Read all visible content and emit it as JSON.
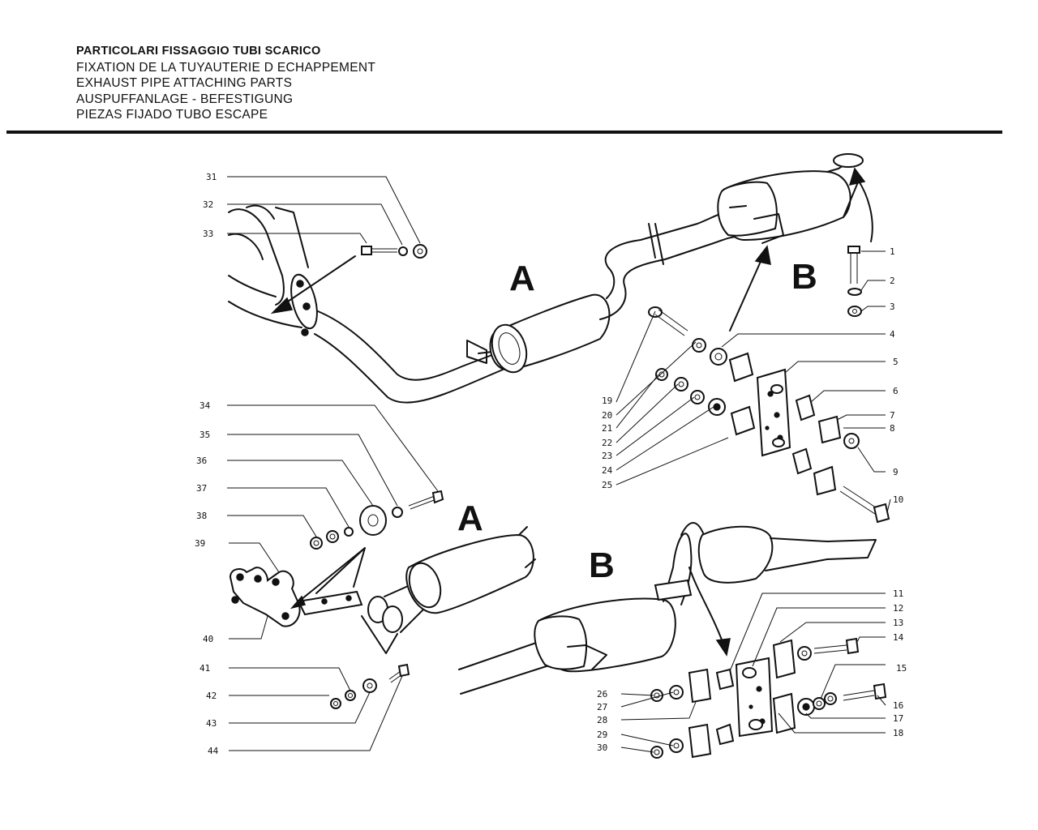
{
  "header": {
    "title_it": "PARTICOLARI FISSAGGIO TUBI SCARICO",
    "title_fr": "FIXATION DE LA TUYAUTERIE D ECHAPPEMENT",
    "title_en": "EXHAUST PIPE ATTACHING PARTS",
    "title_de": "AUSPUFFANLAGE - BEFESTIGUNG",
    "title_es": "PIEZAS FIJADO TUBO ESCAPE"
  },
  "detail_labels": {
    "a_top": "A",
    "b_top": "B",
    "a_detail": "A",
    "b_detail": "B"
  },
  "callouts": [
    "1",
    "2",
    "3",
    "4",
    "5",
    "6",
    "7",
    "8",
    "9",
    "10",
    "11",
    "12",
    "13",
    "14",
    "15",
    "16",
    "17",
    "18",
    "19",
    "20",
    "21",
    "22",
    "23",
    "24",
    "25",
    "26",
    "27",
    "28",
    "29",
    "30",
    "31",
    "32",
    "33",
    "34",
    "35",
    "36",
    "37",
    "38",
    "39",
    "40",
    "41",
    "42",
    "43",
    "44"
  ],
  "colors": {
    "ink": "#111111",
    "paper": "#ffffff"
  }
}
